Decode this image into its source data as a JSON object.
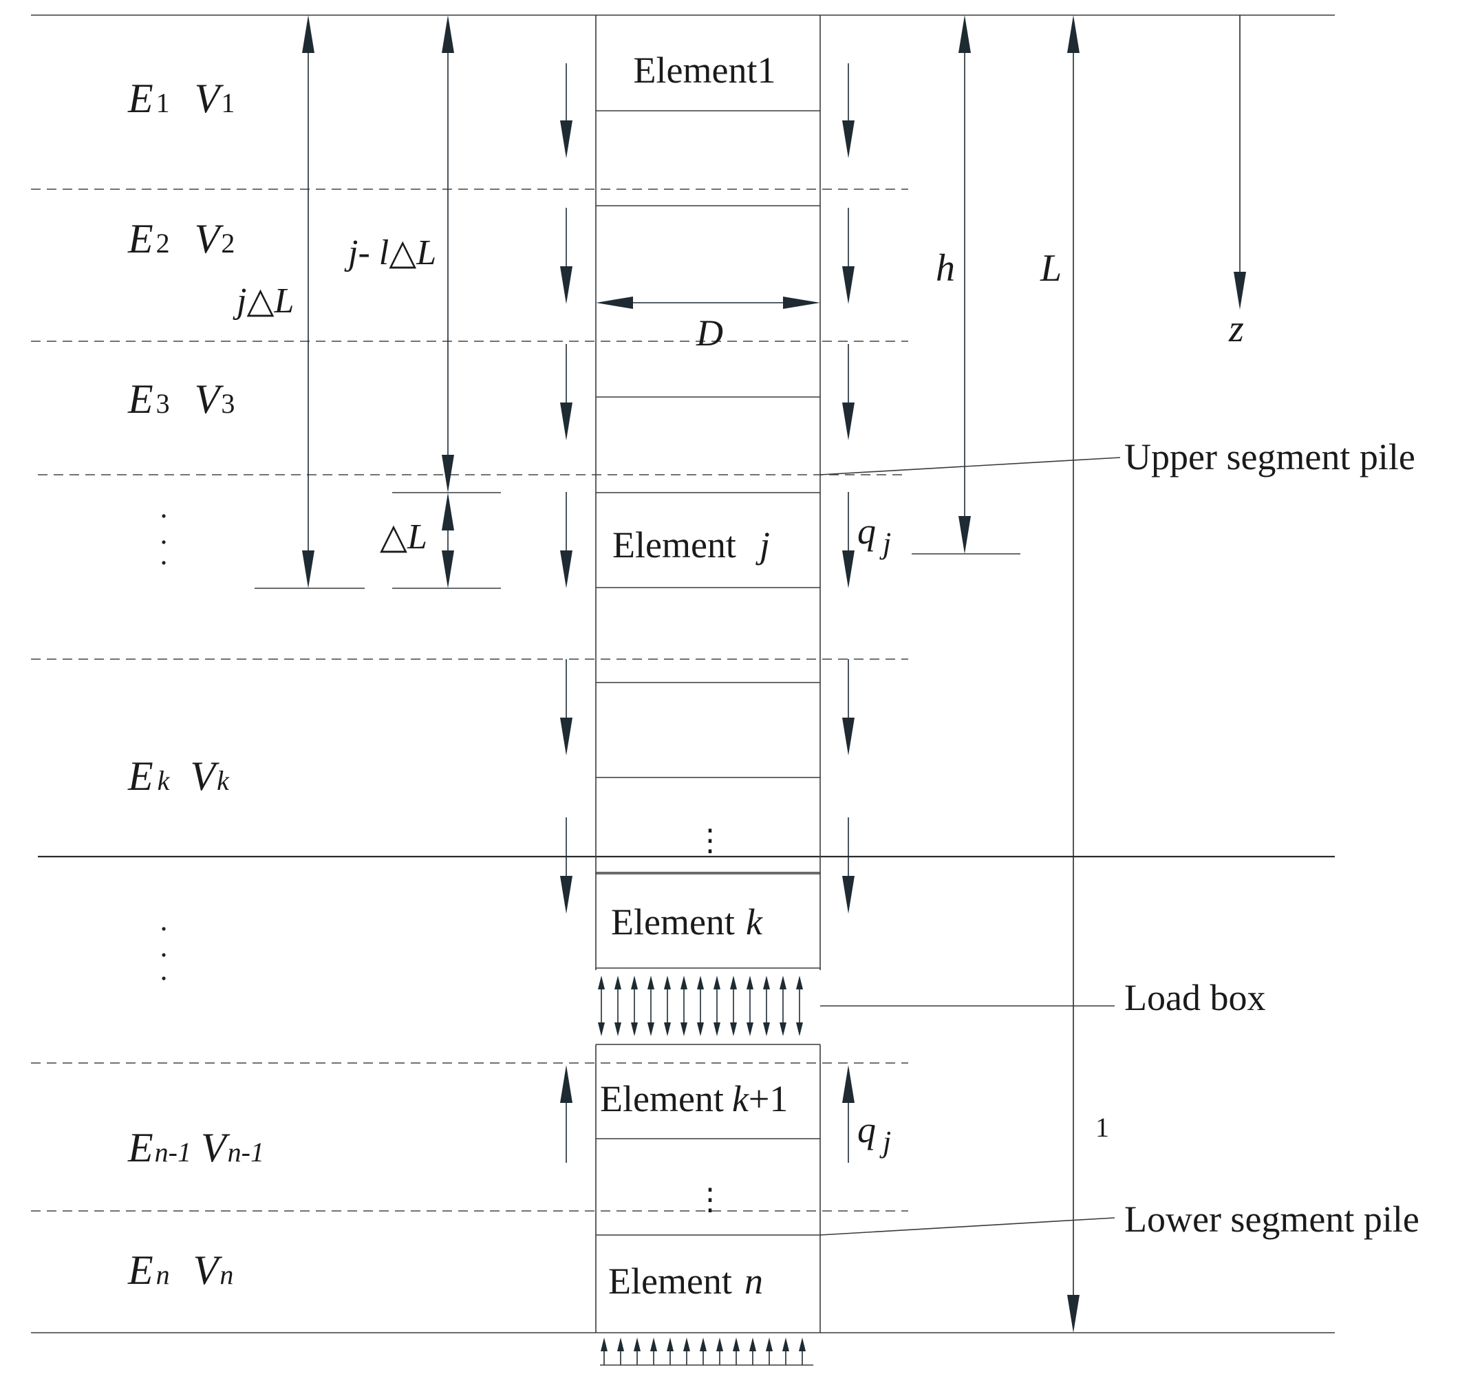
{
  "soil_layers": [
    {
      "E": "E",
      "E_sub": "1",
      "V": "V",
      "V_sub": "1"
    },
    {
      "E": "E",
      "E_sub": "2",
      "V": "V",
      "V_sub": "2"
    },
    {
      "E": "E",
      "E_sub": "3",
      "V": "V",
      "V_sub": "3"
    },
    {
      "E": "E",
      "E_sub": "k",
      "V": "V",
      "V_sub": "k"
    },
    {
      "E": "E",
      "E_sub": "n-1",
      "V": "V",
      "V_sub": "n-1"
    },
    {
      "E": "E",
      "E_sub": "n",
      "V": "V",
      "V_sub": "n"
    }
  ],
  "elements": {
    "e1": "Element1",
    "ej_prefix": "Element",
    "ej_var": "j",
    "ek_prefix": "Element",
    "ek_var": "k",
    "ek1_prefix": "Element",
    "ek1_var": "k",
    "ek1_suffix": "+1",
    "en_prefix": "Element",
    "en_var": "n"
  },
  "dimensions": {
    "j_dL": {
      "var": "j",
      "delta": "△L"
    },
    "j1_dL": {
      "var": "j",
      "mid": "- l",
      "delta": "△L"
    },
    "dL": "△L",
    "D": "D",
    "h": "h",
    "L": "L",
    "z": "z",
    "q_upper": {
      "q": "q",
      "sub": "j"
    },
    "q_lower": {
      "q": "q",
      "sub": "j"
    },
    "one": "1"
  },
  "callouts": {
    "upper": "Upper segment pile",
    "loadbox": "Load box",
    "lower": "Lower segment pile"
  },
  "ellipsis": "⋮"
}
